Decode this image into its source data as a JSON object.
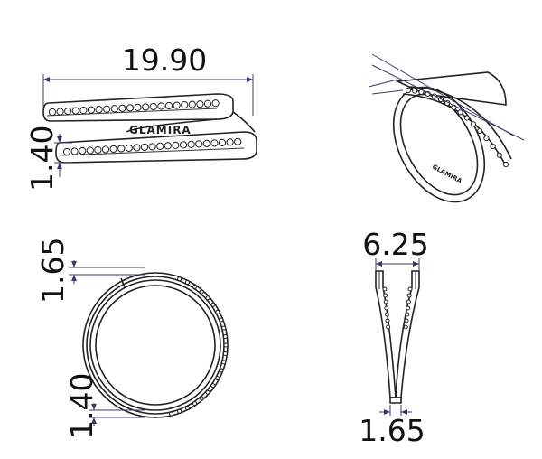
{
  "brand": "GLAMIRA",
  "dimensions": {
    "length": "19.90",
    "band_gap_front": "1.40",
    "band_width_side": "1.65",
    "band_thickness_side": "1.40",
    "opening_top": "6.25",
    "band_bottom": "1.65"
  },
  "colors": {
    "line": "#222222",
    "dimension_line": "#3a3a66"
  }
}
